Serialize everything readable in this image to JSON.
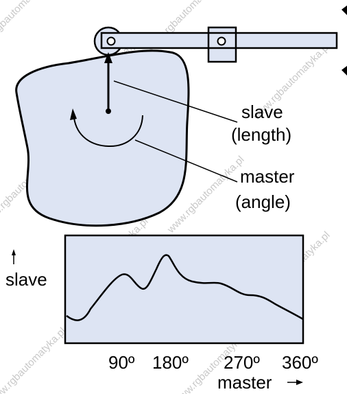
{
  "colors": {
    "fill": "#dde4f3",
    "stroke": "#000000",
    "watermark": "#c9c9c9"
  },
  "diagram": {
    "slave_label": "slave",
    "slave_sub": "(length)",
    "master_label": "master",
    "master_sub": "(angle)"
  },
  "graph": {
    "y_label": "slave",
    "x_label": "master",
    "x_ticks": [
      "90º",
      "180º",
      "270º",
      "360º"
    ]
  },
  "watermark": {
    "text": "www.rgbautomatyka.pl"
  }
}
